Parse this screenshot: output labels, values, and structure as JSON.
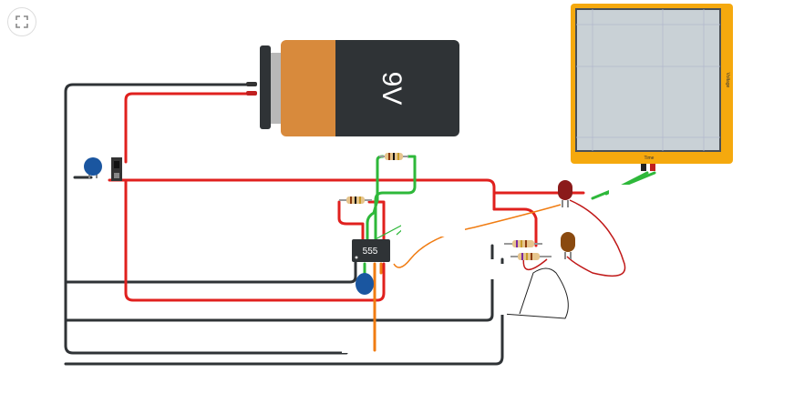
{
  "toolbar": {
    "fit_view_icon": "fit-view-icon"
  },
  "battery": {
    "label": "9V"
  },
  "timer_ic": {
    "label": "555"
  },
  "oscilloscope": {
    "y_label": "Voltage",
    "x_label": "Time"
  },
  "colors": {
    "wire_red": "#e0201e",
    "wire_black": "#2f3336",
    "wire_green": "#2eb83a",
    "wire_orange": "#f07c12",
    "scope_frame": "#f5a90e",
    "scope_screen": "#c9d1d6"
  }
}
